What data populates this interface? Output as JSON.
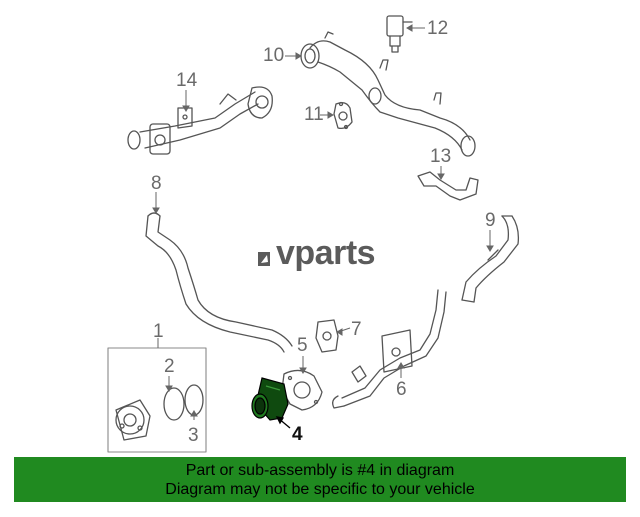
{
  "logo": {
    "text": "vparts"
  },
  "callouts": [
    "1",
    "2",
    "3",
    "4",
    "5",
    "6",
    "7",
    "8",
    "9",
    "10",
    "11",
    "12",
    "13",
    "14"
  ],
  "highlighted_part": "4",
  "banner": {
    "line1": "Part or sub-assembly is #4 in diagram",
    "line2": "Diagram may not be specific to your vehicle"
  },
  "colors": {
    "banner": "#208a20",
    "highlight": "#0f4a0f",
    "line": "#555555"
  }
}
